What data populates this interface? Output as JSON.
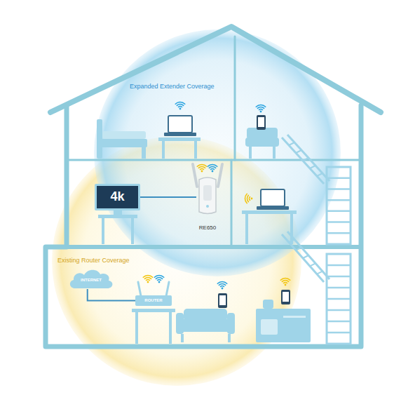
{
  "diagram": {
    "nodes": [
      {
        "text": [
          "4k"
        ]
      },
      {
        "text": [
          "RE650"
        ]
      },
      {
        "text": [
          "INTERNET"
        ]
      },
      {
        "text": [
          "ROUTER"
        ]
      }
    ],
    "edges": [
      {
        "from": 0,
        "to": 1,
        "arrow": "none"
      },
      {
        "from": 2,
        "to": 3,
        "arrow": "none"
      }
    ],
    "labels": [
      "Expanded Extender Coverage",
      "Existing Router Coverage"
    ]
  }
}
